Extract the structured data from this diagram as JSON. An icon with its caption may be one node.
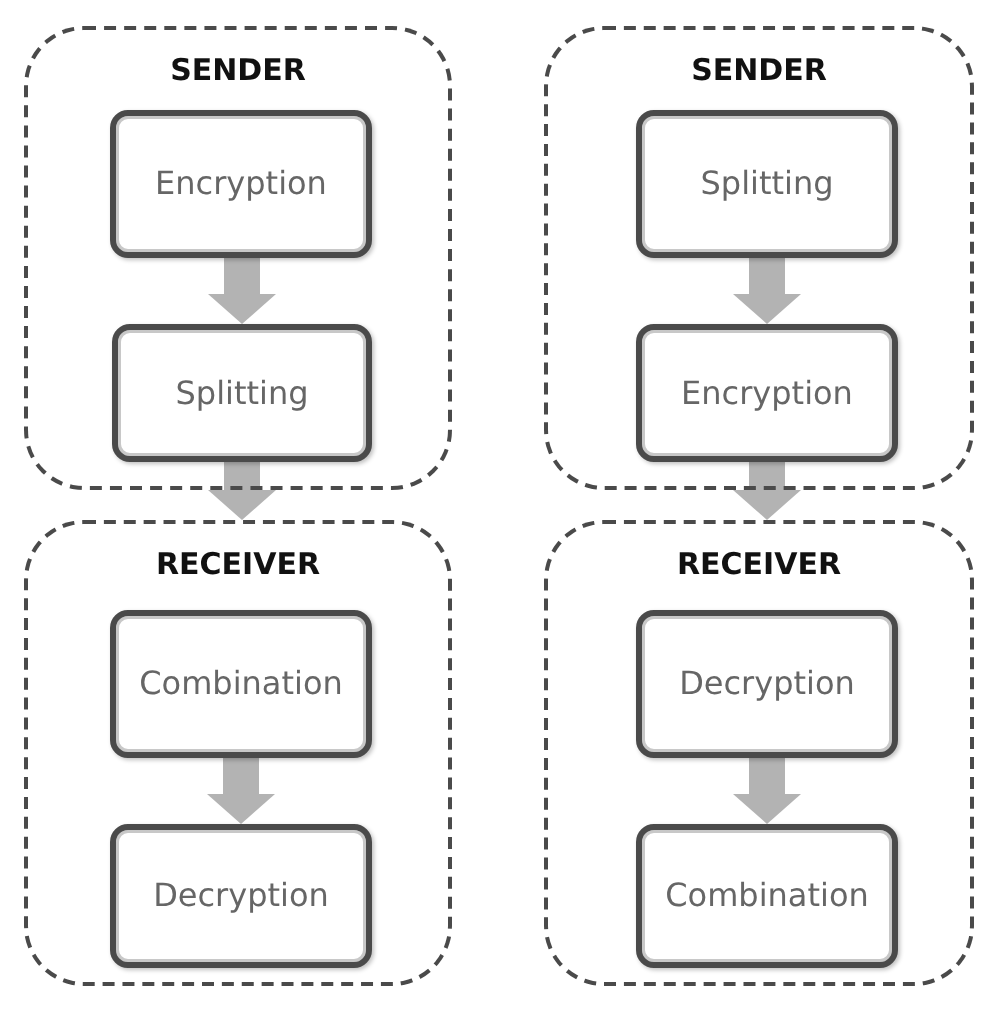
{
  "diagram": {
    "nodes": [
      {
        "text": [
          "SENDER"
        ]
      },
      {
        "text": [
          "Encryption"
        ],
        "in": 0
      },
      {
        "text": [
          "Splitting"
        ],
        "in": 0
      },
      {
        "text": [
          "RECEIVER"
        ]
      },
      {
        "text": [
          "Combination"
        ],
        "in": 3
      },
      {
        "text": [
          "Decryption"
        ],
        "in": 3
      },
      {
        "text": [
          "SENDER"
        ]
      },
      {
        "text": [
          "Splitting"
        ],
        "in": 6
      },
      {
        "text": [
          "Encryption"
        ],
        "in": 6
      },
      {
        "text": [
          "RECEIVER"
        ]
      },
      {
        "text": [
          "Decryption"
        ],
        "in": 9
      },
      {
        "text": [
          "Combination"
        ],
        "in": 9
      }
    ],
    "edges": [
      {
        "from": 1,
        "to": 2,
        "arrow": "to"
      },
      {
        "from": 2,
        "to": 3,
        "arrow": "to"
      },
      {
        "from": 4,
        "to": 5,
        "arrow": "to"
      },
      {
        "from": 7,
        "to": 8,
        "arrow": "to"
      },
      {
        "from": 8,
        "to": 9,
        "arrow": "to"
      },
      {
        "from": 10,
        "to": 11,
        "arrow": "to"
      }
    ]
  }
}
